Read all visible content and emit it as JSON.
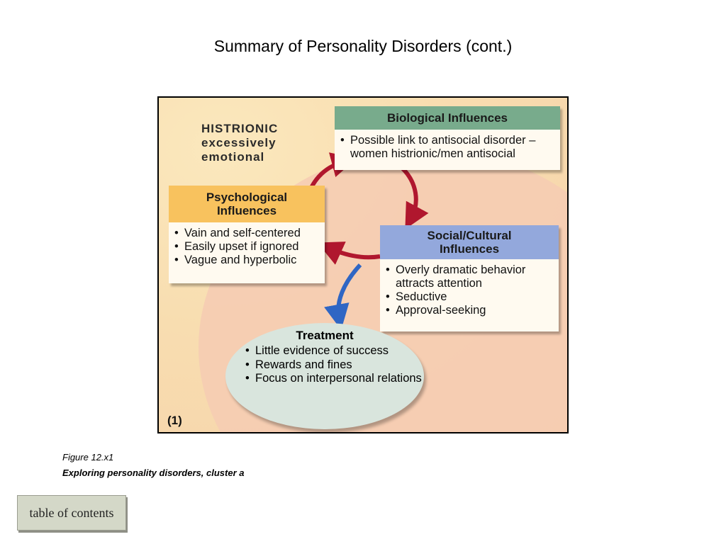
{
  "slide": {
    "title": "Summary of Personality Disorders (cont.)"
  },
  "figure": {
    "disorder_name": "HISTRIONIC",
    "disorder_desc_1": "excessively",
    "disorder_desc_2": "emotional",
    "panel_number": "(1)",
    "biological": {
      "header": "Biological Influences",
      "items": [
        "Possible link to antisocial disorder – women histrionic/men antisocial"
      ]
    },
    "psychological": {
      "header_1": "Psychological",
      "header_2": "Influences",
      "items": [
        "Vain and self-centered",
        "Easily upset if ignored",
        "Vague and hyperbolic"
      ]
    },
    "social": {
      "header_1": "Social/Cultural",
      "header_2": "Influences",
      "items": [
        "Overly dramatic behavior attracts attention",
        "Seductive",
        "Approval-seeking"
      ]
    },
    "treatment": {
      "header": "Treatment",
      "items": [
        "Little evidence of success",
        "Rewards and fines",
        "Focus on interpersonal relations"
      ]
    },
    "colors": {
      "biological_header": "#78ab8c",
      "psychological_header": "#f8c25e",
      "social_header": "#93a8dc",
      "treatment_bg": "#d9e5dd",
      "red_arrow": "#b0172e",
      "blue_arrow": "#2f66c4"
    }
  },
  "caption": {
    "figure_label": "Figure 12.x1",
    "figure_title": "Exploring personality disorders, cluster a"
  },
  "nav": {
    "toc_label": "table of contents"
  }
}
